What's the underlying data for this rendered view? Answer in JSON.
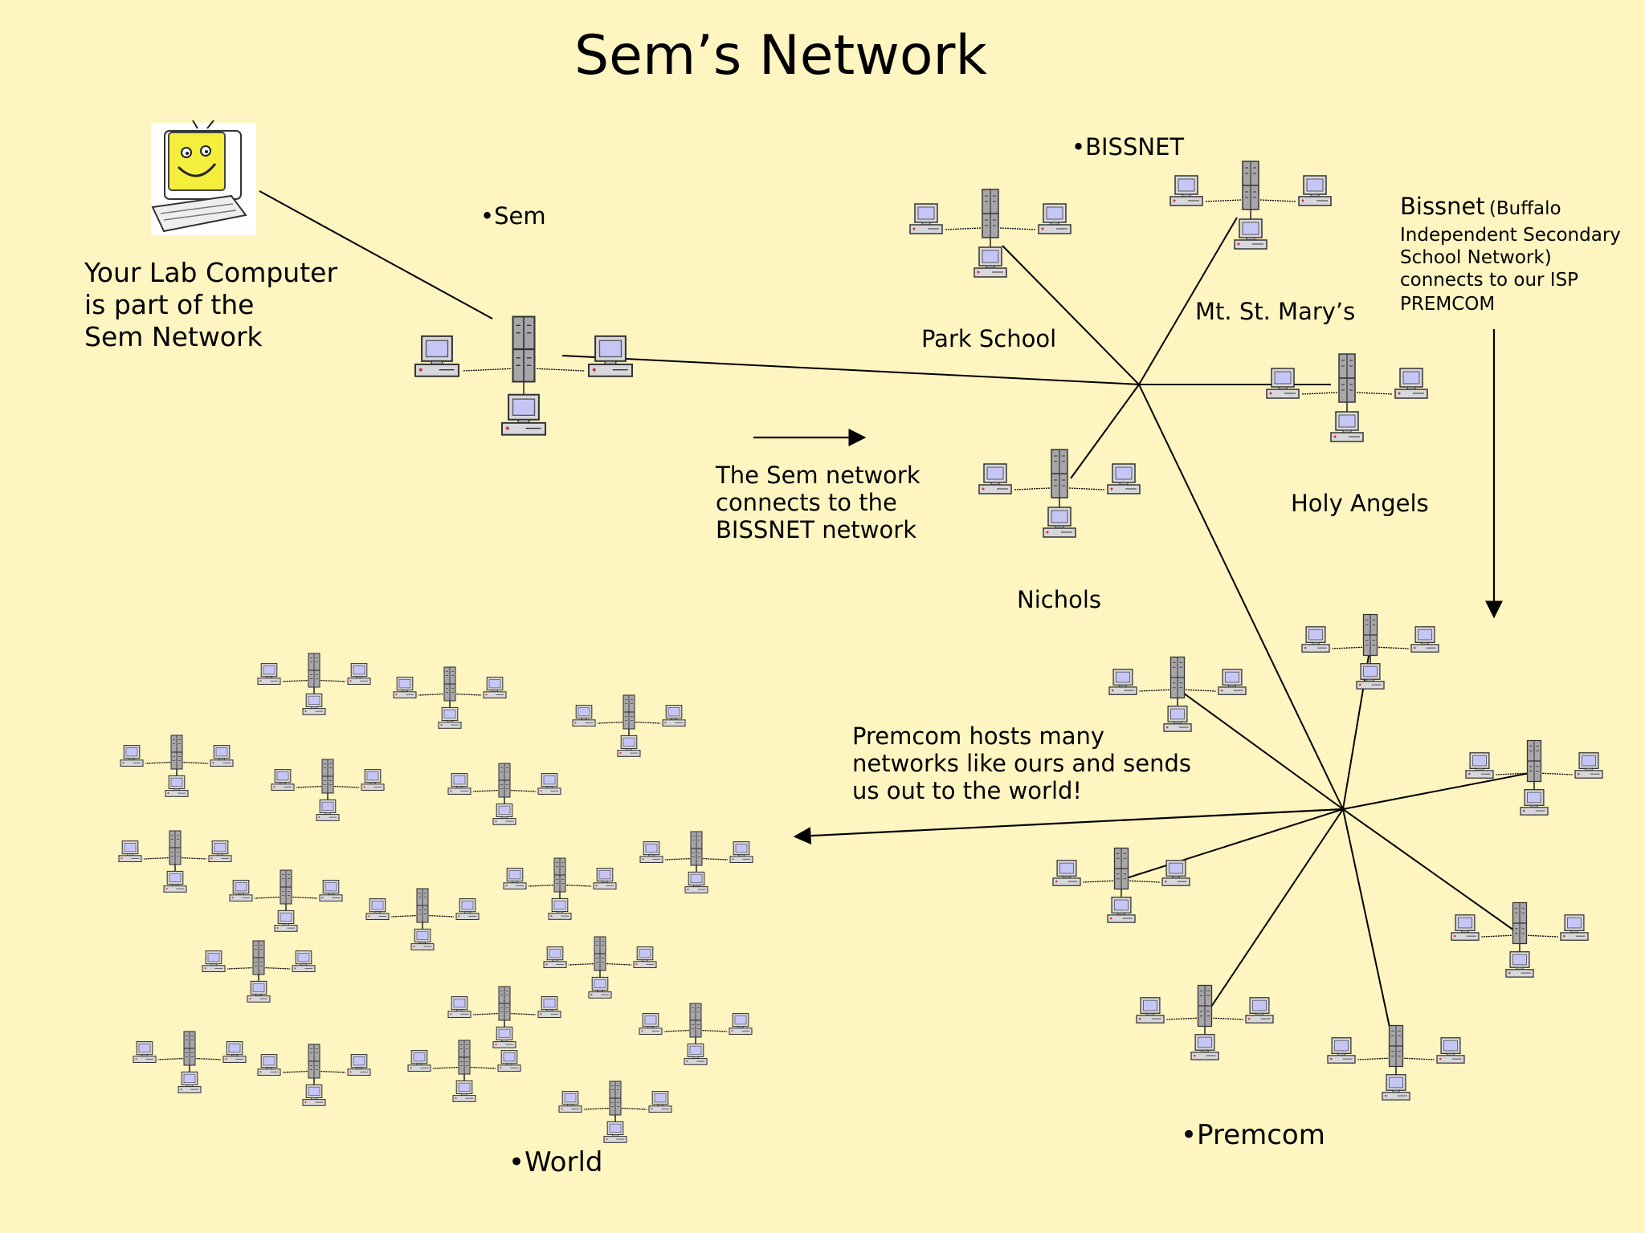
{
  "title": "Sem’s Network",
  "labels": {
    "lab_computer": [
      "Your Lab Computer",
      "is part of the",
      "Sem Network"
    ],
    "sem": "•Sem",
    "bissnet": "•BISSNET",
    "park_school": "Park School",
    "mt_st_marys": "Mt. St. Mary’s",
    "holy_angels": "Holy Angels",
    "nichols": "Nichols",
    "sem_to_bissnet": [
      "The Sem network",
      "connects to the",
      "BISSNET network"
    ],
    "bissnet_note_head": "Bissnet",
    "bissnet_note_paren": "(Buffalo",
    "bissnet_note_lines": [
      "Independent Secondary",
      "School Network)",
      "connects to our ISP",
      "PREMCOM"
    ],
    "premcom_note": [
      "Premcom hosts many",
      "networks like ours and sends",
      "us out to the world!"
    ],
    "premcom": "•Premcom",
    "world": "•World"
  }
}
